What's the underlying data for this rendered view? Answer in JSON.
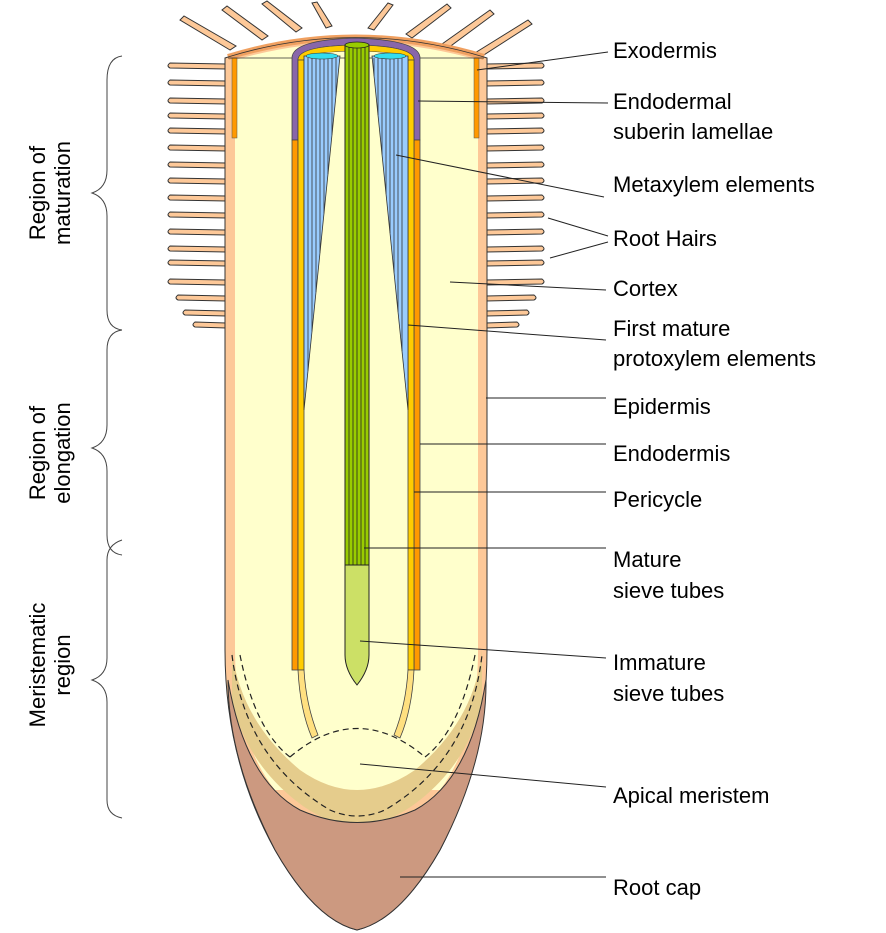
{
  "title": "Root tip longitudinal section",
  "labels": {
    "exodermis": "Exodermis",
    "endodermal_suberin_1": "Endodermal",
    "endodermal_suberin_2": "suberin lamellae",
    "metaxylem": "Metaxylem elements",
    "root_hairs": "Root Hairs",
    "cortex": "Cortex",
    "first_mature_1": "First mature",
    "first_mature_2": "protoxylem elements",
    "epidermis": "Epidermis",
    "endodermis": "Endodermis",
    "pericycle": "Pericycle",
    "mature_sieve_1": "Mature",
    "mature_sieve_2": "sieve tubes",
    "immature_sieve_1": "Immature",
    "immature_sieve_2": "sieve tubes",
    "apical_meristem": "Apical meristem",
    "root_cap": "Root cap"
  },
  "regions": {
    "maturation_1": "Region of",
    "maturation_2": "maturation",
    "elongation_1": "Region of",
    "elongation_2": "elongation",
    "meristematic_1": "Meristematic",
    "meristematic_2": "region"
  },
  "colors": {
    "epidermis": "#fdc898",
    "cortex": "#ffffcc",
    "exodermis": "#ff9900",
    "endodermis_suberin": "#8866aa",
    "pericycle": "#ffcc00",
    "metaxylem": "#99ccff",
    "mature_sieve": "#99cc00",
    "immature_sieve": "#cce066",
    "meristem_zone": "#e5cc8c",
    "root_cap": "#cc9980"
  }
}
